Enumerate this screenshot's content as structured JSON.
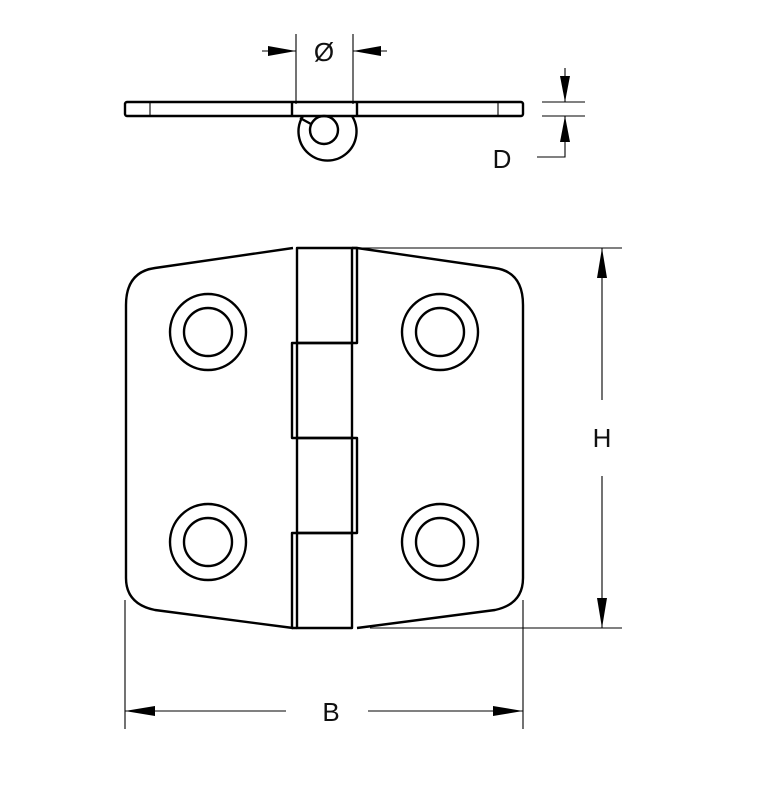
{
  "title": "Hinge technical drawing",
  "dimensions": {
    "diameter_label": "Ø",
    "thickness_label": "D",
    "height_label": "H",
    "width_label": "B"
  },
  "views": [
    "side-view",
    "front-view"
  ],
  "colors": {
    "line": "#000000",
    "background": "#ffffff"
  }
}
